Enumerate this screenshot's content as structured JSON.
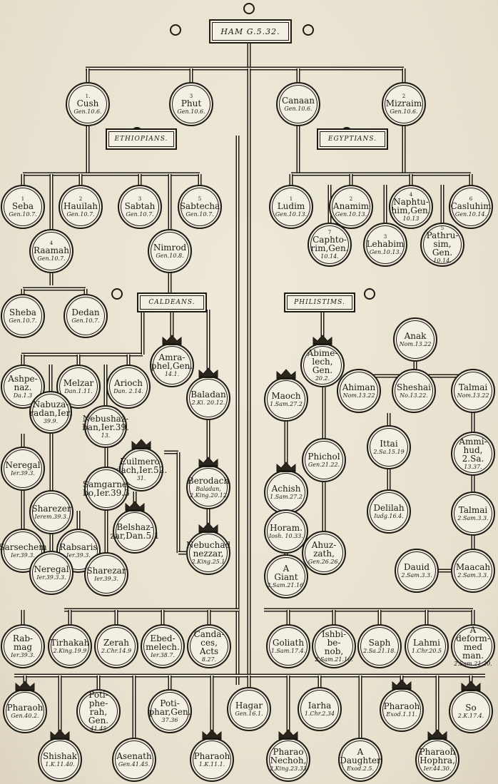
{
  "title": "HAM G.5.32.",
  "plaques": {
    "ethiopians": "ETHIOPIANS.",
    "egyptians": "EGYPTIANS.",
    "caldeans": "CALDEANS.",
    "philistims": "PHILISTIMS."
  },
  "nodes": {
    "cush": {
      "num": "1.",
      "name": "Cush",
      "ref": "Gen.10.6."
    },
    "phut": {
      "num": "3",
      "name": "Phut",
      "ref": "Gen.10.6."
    },
    "canaan": {
      "num": "",
      "name": "Canaan",
      "ref": "Gen.10.6."
    },
    "mizraim": {
      "num": "2",
      "name": "Mizraim",
      "ref": "Gen.10.6."
    },
    "seba": {
      "num": "1",
      "name": "Seba",
      "ref": "Gen.10.7."
    },
    "hauilah": {
      "num": "2",
      "name": "Hauilah",
      "ref": "Gen.10.7."
    },
    "sabtah": {
      "num": "3",
      "name": "Sabtah",
      "ref": "Gen.10.7."
    },
    "sabtecha": {
      "num": "5",
      "name": "Sabtecha",
      "ref": "Gen.10.7."
    },
    "raamah": {
      "num": "4",
      "name": "Raamah",
      "ref": "Gen.10.7."
    },
    "nimrod": {
      "num": "",
      "name": "Nimrod",
      "ref": "Gen.10.8."
    },
    "sheba": {
      "num": "",
      "name": "Sheba",
      "ref": "Gen.10.7."
    },
    "dedan": {
      "num": "",
      "name": "Dedan",
      "ref": "Gen.10.7."
    },
    "ludim": {
      "num": "1",
      "name": "Ludim",
      "ref": "Gen.10.13."
    },
    "anamim": {
      "num": "2",
      "name": "Anamim",
      "ref": "Gen.10.13."
    },
    "naphtuhim": {
      "num": "4",
      "name": "Naphtu-\nhim,Gen.",
      "ref": "10.13"
    },
    "casluhim": {
      "num": "6",
      "name": "Casluhim",
      "ref": "Gen.10.14."
    },
    "caphtorim": {
      "num": "7",
      "name": "Caphto-\nrim,Gen.",
      "ref": "10.14."
    },
    "lehabim": {
      "num": "3",
      "name": "Lehabim",
      "ref": "Gen.10.13."
    },
    "pathrusim": {
      "num": "5",
      "name": "Pathru-\nsim, Gen.",
      "ref": "10.14."
    },
    "amraphel": {
      "num": "",
      "name": "Amra-\nphel,Gen.",
      "ref": "14.1."
    },
    "baladan": {
      "num": "",
      "name": "Baladan",
      "ref": "2.Ki. 20.12."
    },
    "berodach": {
      "num": "",
      "name": "Berodach",
      "ref": "Baladan,\n2.King.20.12"
    },
    "nebuchadnezzar": {
      "num": "",
      "name": "Nebuchad\nnezzar,",
      "ref": "2.King.25.1"
    },
    "ashpenaz": {
      "num": "",
      "name": "Ashpe-\nnaz.",
      "ref": "Da.1.3"
    },
    "melzar": {
      "num": "",
      "name": "Melzar",
      "ref": "Dan.1.11."
    },
    "arioch": {
      "num": "",
      "name": "Arioch",
      "ref": "Dan. 2.14."
    },
    "nabuzaradan": {
      "num": "",
      "name": "Nabuza-\nradan,Ier.",
      "ref": "39.9."
    },
    "nebushazban": {
      "num": "",
      "name": "Nebushaz-\nban,Ier.39.",
      "ref": "13."
    },
    "euilmerodach": {
      "num": "",
      "name": "Euilmero-\ndach,Ier.52.",
      "ref": "31."
    },
    "neregal1": {
      "num": "",
      "name": "Neregal",
      "ref": "Ier.39.3."
    },
    "sharezer1": {
      "num": "",
      "name": "Sharezer",
      "ref": "Ierem.39.3."
    },
    "samgarnebo": {
      "num": "",
      "name": "Samgarne-\nbo,Ier.39.3",
      "ref": ""
    },
    "sarsechem": {
      "num": "",
      "name": "Sarsechem",
      "ref": "Ier.39.3."
    },
    "rabsaris": {
      "num": "",
      "name": "Rabsaris",
      "ref": "Ier.39.3."
    },
    "belshazzar": {
      "num": "",
      "name": "Belshaz-\nzar,Dan.5.1",
      "ref": ""
    },
    "neregal2": {
      "num": "",
      "name": "Neregal",
      "ref": "Ier.39.3.3."
    },
    "sharezar2": {
      "num": "",
      "name": "Sharezar",
      "ref": "Ier.39.3."
    },
    "abimelech": {
      "num": "",
      "name": "Abime-\nlech, Gen.",
      "ref": "20.2."
    },
    "anak": {
      "num": "",
      "name": "Anak",
      "ref": "Nom.13.22"
    },
    "maoch": {
      "num": "",
      "name": "Maoch",
      "ref": "1.Sam.27.2"
    },
    "ahiman": {
      "num": "",
      "name": "Ahiman",
      "ref": "Nom.13.22"
    },
    "sheshai": {
      "num": "",
      "name": "Sheshai",
      "ref": "No.13.22."
    },
    "talmai1": {
      "num": "",
      "name": "Talmai",
      "ref": "Nom.13.22"
    },
    "phichol": {
      "num": "",
      "name": "Phichol",
      "ref": "Gen.21.22."
    },
    "ittai": {
      "num": "",
      "name": "Ittai",
      "ref": "2.Sa.15.19"
    },
    "ammihud": {
      "num": "",
      "name": "Ammi-\nhud, 2.Sa.",
      "ref": "13.37."
    },
    "achish": {
      "num": "",
      "name": "Achish",
      "ref": "1.Sam.27.2"
    },
    "talmai2": {
      "num": "",
      "name": "Talmai",
      "ref": "2.Sam.3.3."
    },
    "horam": {
      "num": "",
      "name": "Horam.",
      "ref": "Iosh. 10.33."
    },
    "delilah": {
      "num": "",
      "name": "Delilah",
      "ref": "Iudg.16.4."
    },
    "ahuzzath": {
      "num": "",
      "name": "Ahuz-\nzath,",
      "ref": "Gen.26.26."
    },
    "giant": {
      "num": "",
      "name": "A\nGiant",
      "ref": "2.Sam.21.16."
    },
    "dauid": {
      "num": "",
      "name": "Dauid",
      "ref": "2.Sam.3.3."
    },
    "maacah": {
      "num": "",
      "name": "Maacah",
      "ref": "2.Sam.3.3."
    },
    "rabmag": {
      "num": "",
      "name": "Rab-mag",
      "ref": "Ier.39.3."
    },
    "tirhakah": {
      "num": "",
      "name": "Tirhakah",
      "ref": "2.King.19.9"
    },
    "zerah": {
      "num": "",
      "name": "Zerah",
      "ref": "2.Chr.14.9"
    },
    "ebedmelech": {
      "num": "",
      "name": "Ebed-\nmelech.",
      "ref": "Ier.38.7."
    },
    "candaces": {
      "num": "",
      "name": "Canda-\nces, Acts",
      "ref": "8.27."
    },
    "goliath": {
      "num": "",
      "name": "Goliath",
      "ref": "1.Sam.17.4."
    },
    "ishbibenob": {
      "num": "",
      "name": "Ishbi-be-\nnob,",
      "ref": "2.Sam.21.16."
    },
    "saph": {
      "num": "",
      "name": "Saph",
      "ref": "2.Sa.21.18."
    },
    "lahmi": {
      "num": "",
      "name": "Lahmi",
      "ref": "1.Chr.20.5"
    },
    "deformedman": {
      "num": "",
      "name": "A deform-\nmed man.",
      "ref": "2.Sam.21.20."
    },
    "pharaoh1": {
      "num": "",
      "name": "Pharaoh",
      "ref": "Gen.40.2."
    },
    "potipherah": {
      "num": "",
      "name": "Poti-phe-\nrah, Gen.",
      "ref": "41.45"
    },
    "potiphar": {
      "num": "",
      "name": "Poti-\nphar,Gen.",
      "ref": "37.36"
    },
    "hagar": {
      "num": "",
      "name": "Hagar",
      "ref": "Gen.16.1."
    },
    "iarha": {
      "num": "",
      "name": "Iarha",
      "ref": "1.Chr.2.34"
    },
    "pharaoh2": {
      "num": "",
      "name": "Pharaoh",
      "ref": "Exod.1.11."
    },
    "so": {
      "num": "",
      "name": "So",
      "ref": "2.K.17.4."
    },
    "shishak": {
      "num": "",
      "name": "Shishak",
      "ref": "1.K.11.40."
    },
    "asenath": {
      "num": "",
      "name": "Asenath",
      "ref": "Gen.41.45."
    },
    "pharaoh3": {
      "num": "",
      "name": "Pharaoh",
      "ref": "1.K.11.1."
    },
    "pharaonechoh": {
      "num": "",
      "name": "Pharao\nNechoh,",
      "ref": "2.King.23.33"
    },
    "daughter": {
      "num": "",
      "name": "A\nDaughter",
      "ref": "Exod.2.5."
    },
    "pharaohhophra": {
      "num": "",
      "name": "Pharaoh\nHophra,",
      "ref": "Ier.44.30."
    }
  }
}
